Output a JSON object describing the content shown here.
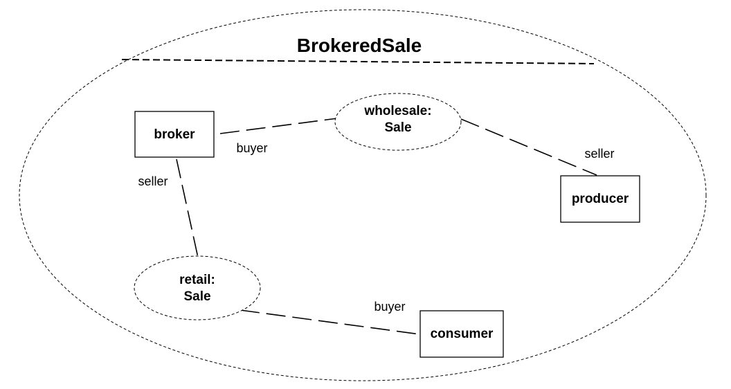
{
  "diagram": {
    "title": "BrokeredSale",
    "parts": {
      "broker": "broker",
      "producer": "producer",
      "consumer": "consumer"
    },
    "collaborations": {
      "wholesale": {
        "line1": "wholesale:",
        "line2": "Sale"
      },
      "retail": {
        "line1": "retail:",
        "line2": "Sale"
      }
    },
    "roles": {
      "broker_wholesale": "buyer",
      "producer_wholesale": "seller",
      "broker_retail": "seller",
      "consumer_retail": "buyer"
    }
  }
}
